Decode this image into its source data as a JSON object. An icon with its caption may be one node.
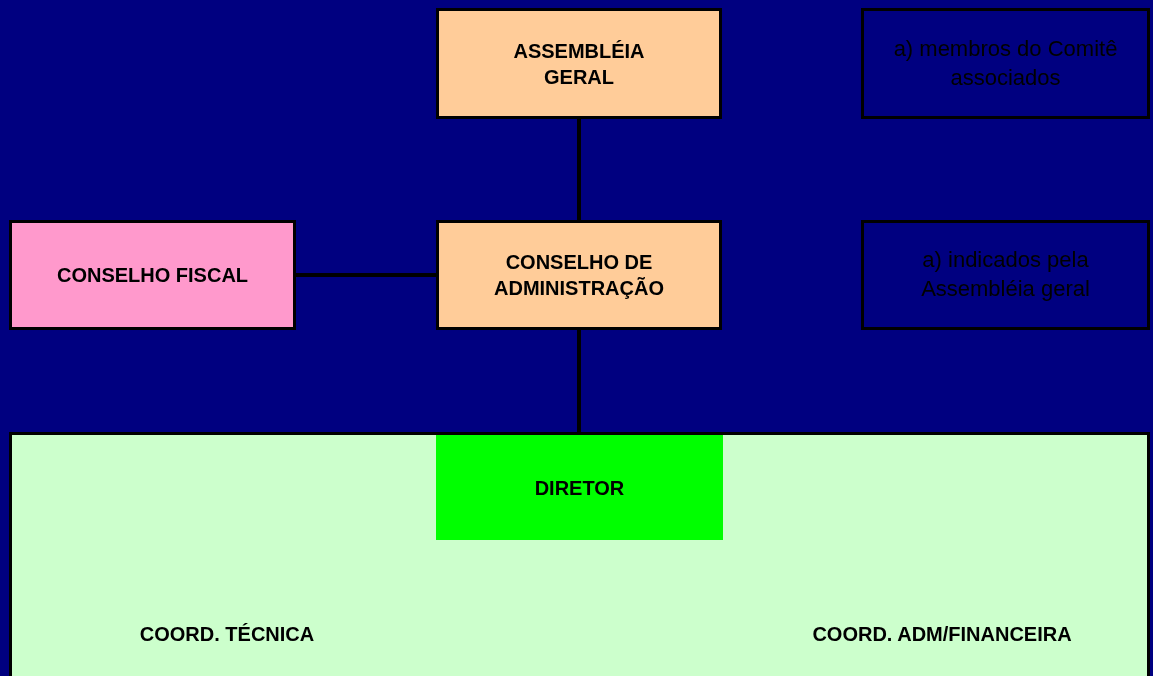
{
  "diagram": {
    "nodes": [
      {
        "text": [
          "ASSEMBLÉIA GERAL"
        ]
      },
      {
        "text": [
          "a) membros do Comitê associados"
        ]
      },
      {
        "text": [
          "CONSELHO FISCAL"
        ]
      },
      {
        "text": [
          "CONSELHO DE ADMINISTRAÇÃO"
        ]
      },
      {
        "text": [
          "a) indicados pela Assembléia geral"
        ]
      },
      {
        "text": [
          "COORD. TÉCNICA",
          "COORD. ADM/FINANCEIRA"
        ]
      },
      {
        "text": [
          "DIRETOR"
        ],
        "in": 5
      }
    ],
    "edges": [
      {
        "from": 0,
        "to": 3,
        "arrow": "none"
      },
      {
        "from": 2,
        "to": 3,
        "arrow": "none"
      },
      {
        "from": 3,
        "to": 6,
        "arrow": "none"
      }
    ]
  }
}
